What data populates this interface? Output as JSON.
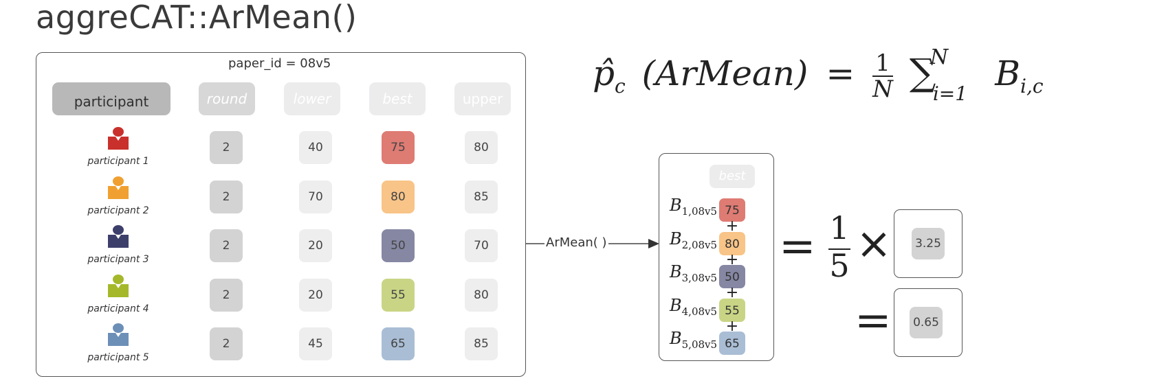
{
  "title": "aggreCAT::ArMean()",
  "paper_id_label": "paper_id = 08v5",
  "headers": {
    "participant": "participant",
    "round": "round",
    "lower": "lower",
    "best": "best",
    "upper": "upper"
  },
  "rows": [
    {
      "label": "participant 1",
      "round": "2",
      "lower": "40",
      "best": "75",
      "upper": "80",
      "color": "#c9302c",
      "best_color": "#de7b73"
    },
    {
      "label": "participant 2",
      "round": "2",
      "lower": "70",
      "best": "80",
      "upper": "85",
      "color": "#f0a030",
      "best_color": "#f8c487"
    },
    {
      "label": "participant 3",
      "round": "2",
      "lower": "20",
      "best": "50",
      "upper": "70",
      "color": "#3d3f6b",
      "best_color": "#8587a3"
    },
    {
      "label": "participant 4",
      "round": "2",
      "lower": "20",
      "best": "55",
      "upper": "80",
      "color": "#a5b82a",
      "best_color": "#c9d585"
    },
    {
      "label": "participant 5",
      "round": "2",
      "lower": "45",
      "best": "65",
      "upper": "85",
      "color": "#6c8fb7",
      "best_color": "#a9bdd5"
    }
  ],
  "arrow_label": "ArMean( )",
  "formula": {
    "lhs": "p̂",
    "lhs_sub": "c",
    "paren": "(ArMean)",
    "equals": "=",
    "num": "1",
    "den": "N",
    "sum": "∑",
    "sum_top": "N",
    "sum_bottom": "i=1",
    "term": "B",
    "term_sub": "i,c"
  },
  "sum_box": {
    "header": "best",
    "terms": [
      {
        "B": "B",
        "sub": "1,08v5",
        "value": "75"
      },
      {
        "B": "B",
        "sub": "2,08v5",
        "value": "80"
      },
      {
        "B": "B",
        "sub": "3,08v5",
        "value": "50"
      },
      {
        "B": "B",
        "sub": "4,08v5",
        "value": "55"
      },
      {
        "B": "B",
        "sub": "5,08v5",
        "value": "65"
      }
    ],
    "plus": "+"
  },
  "calc": {
    "eq1": "=",
    "frac_num": "1",
    "frac_den": "5",
    "times": "×",
    "sum_value": "3.25",
    "eq2": "=",
    "result": "0.65"
  }
}
